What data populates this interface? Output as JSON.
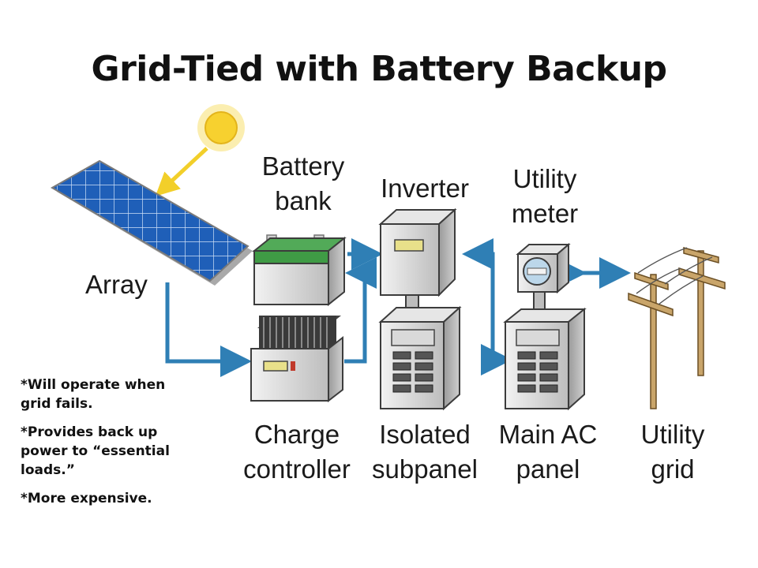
{
  "title": "Grid-Tied with Battery Backup",
  "components": {
    "array": "Array",
    "battery_bank": [
      "Battery",
      "bank"
    ],
    "inverter": "Inverter",
    "utility_meter": [
      "Utility",
      "meter"
    ],
    "charge_controller": [
      "Charge",
      "controller"
    ],
    "isolated_subpanel": [
      "Isolated",
      "subpanel"
    ],
    "main_ac_panel": [
      "Main AC",
      "panel"
    ],
    "utility_grid": [
      "Utility",
      "grid"
    ]
  },
  "notes": [
    "*Will operate when grid fails.",
    "*Provides back up power to “essential loads.”",
    "*More expensive."
  ],
  "colors": {
    "arrow": "#2f7fb5",
    "sun_arrow": "#f2cf2a",
    "sun": "#f7d12f",
    "panel": "#1f5fb8",
    "battery_top": "#3f9b45"
  }
}
